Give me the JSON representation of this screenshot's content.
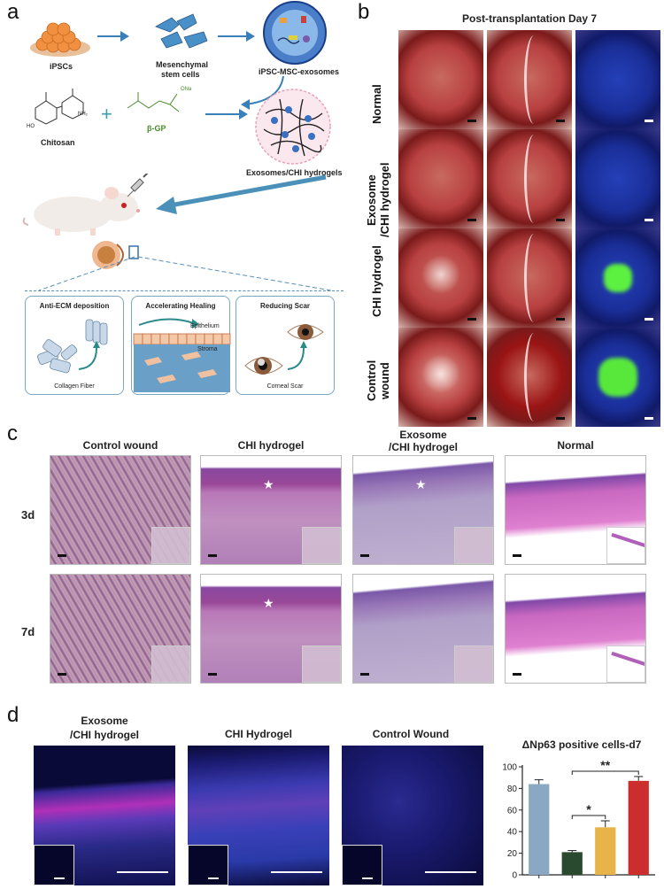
{
  "panel_letters": {
    "a": "a",
    "b": "b",
    "c": "c",
    "d": "d"
  },
  "panel_a": {
    "ipscs": "iPSCs",
    "msc_line1": "Mesenchymal",
    "msc_line2": "stem cells",
    "exosomes": "iPSC-MSC-exosomes",
    "chitosan": "Chitosan",
    "bgp": "β-GP",
    "hydrogel": "Exosomes/CHI hydrogels",
    "chem_oh": "HO",
    "chem_nh2": "NH₂",
    "chem_ona": "ONa",
    "cards": [
      {
        "title": "Anti-ECM deposition",
        "caption": "Collagen Fiber"
      },
      {
        "title": "Accelerating Healing",
        "epi": "Epithelium",
        "stroma": "Stroma"
      },
      {
        "title": "Reducing Scar",
        "caption": "Corneal Scar"
      }
    ]
  },
  "panel_b": {
    "title": "Post-transplantation Day 7",
    "rows": [
      "Normal",
      "Exosome\n/CHI hydrogel",
      "CHI hydrogel",
      "Control\nwound"
    ]
  },
  "panel_c": {
    "columns": [
      "Control wound",
      "CHI hydrogel",
      "Exosome\n/CHI hydrogel",
      "Normal"
    ],
    "rows": [
      "3d",
      "7d"
    ],
    "star": "★"
  },
  "panel_d": {
    "columns": [
      "Exosome\n/CHI hydrogel",
      "CHI Hydrogel",
      "Control Wound"
    ],
    "chart_data": {
      "type": "bar",
      "title": "ΔNp63 positive cells-d7",
      "categories": [
        "",
        "",
        "",
        ""
      ],
      "values": [
        84,
        21,
        44,
        87
      ],
      "errors": [
        4,
        1.5,
        6,
        4
      ],
      "colors": [
        "#8aa8c4",
        "#2a4a30",
        "#e8b44a",
        "#cc2e2e"
      ],
      "ylim": [
        0,
        100
      ],
      "yticks": [
        0,
        20,
        40,
        60,
        80,
        100
      ],
      "significance": [
        {
          "from": 1,
          "to": 2,
          "label": "*"
        },
        {
          "from": 1,
          "to": 3,
          "label": "**"
        }
      ]
    }
  }
}
